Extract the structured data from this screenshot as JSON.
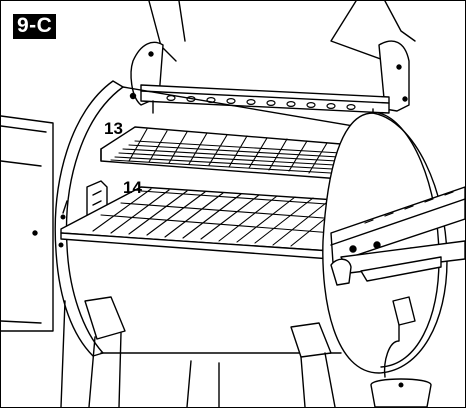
{
  "step_label": "9-C",
  "callouts": [
    {
      "id": "13",
      "text": "13"
    },
    {
      "id": "14",
      "text": "14"
    }
  ]
}
